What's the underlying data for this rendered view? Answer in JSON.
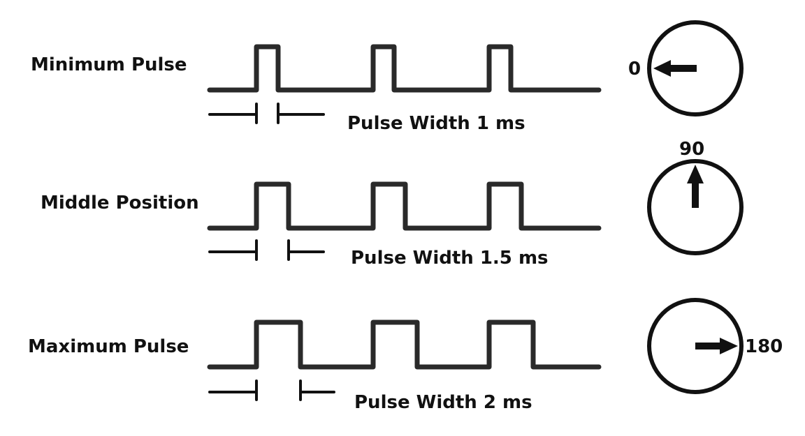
{
  "title": "Servo PWM pulse width vs position",
  "colors": {
    "line": "#2a2a2a",
    "text": "#111111",
    "background": "#ffffff"
  },
  "rows": [
    {
      "label": "Minimum Pulse",
      "pulse_text": "Pulse Width 1 ms",
      "pulse_ms": 1,
      "angle_label": "0",
      "angle_deg": 0,
      "arrow_direction": "left"
    },
    {
      "label": "Middle Position",
      "pulse_text": "Pulse Width 1.5 ms",
      "pulse_ms": 1.5,
      "angle_label": "90",
      "angle_deg": 90,
      "arrow_direction": "up"
    },
    {
      "label": "Maximum Pulse",
      "pulse_text": "Pulse Width 2 ms",
      "pulse_ms": 2,
      "angle_label": "180",
      "angle_deg": 180,
      "arrow_direction": "right"
    }
  ],
  "pulses_per_row": 3
}
